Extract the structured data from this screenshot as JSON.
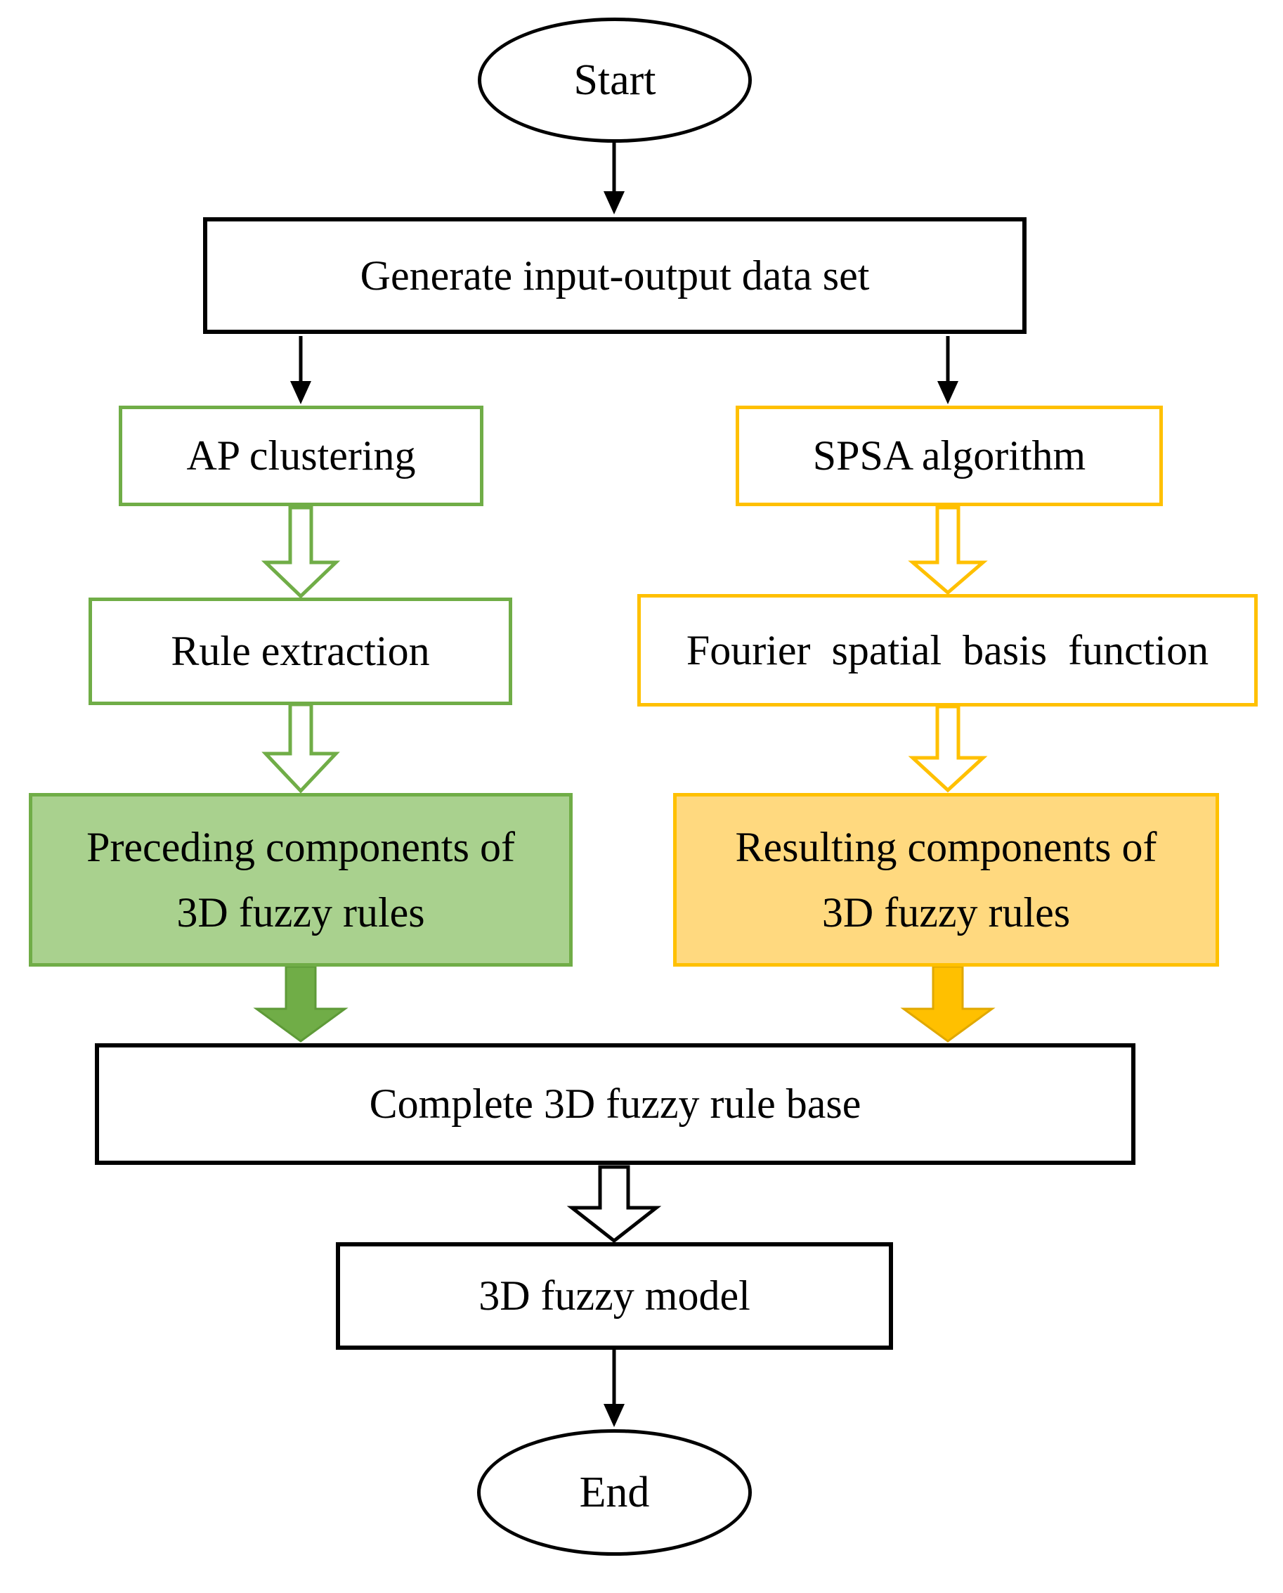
{
  "nodes": {
    "start": "Start",
    "generate": "Generate input-output data set",
    "ap_clustering": "AP clustering",
    "rule_extraction": "Rule extraction",
    "preceding": {
      "line1": "Preceding components of",
      "line2": "3D fuzzy rules"
    },
    "spsa": "SPSA algorithm",
    "fourier": "Fourier  spatial  basis  function",
    "resulting": {
      "line1": "Resulting components of",
      "line2": "3D fuzzy rules"
    },
    "complete": "Complete 3D fuzzy rule base",
    "model": "3D fuzzy model",
    "end": "End"
  },
  "colors": {
    "green_border": "#70ad47",
    "green_fill": "#a9d18e",
    "green_arrow": "#70ad47",
    "yellow_border": "#ffc000",
    "yellow_fill": "#ffd97f",
    "yellow_arrow": "#ffc000",
    "black": "#000000"
  }
}
